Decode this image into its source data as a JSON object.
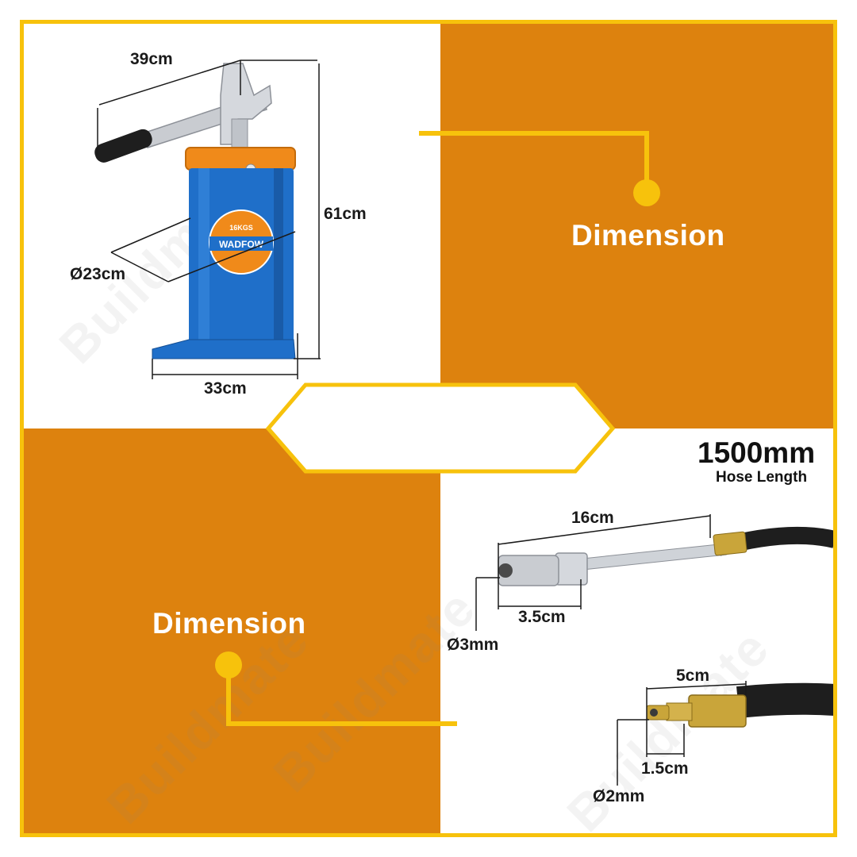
{
  "watermark": "Buildmate",
  "panels": {
    "top_right_heading": "Dimension",
    "bottom_left_heading": "Dimension"
  },
  "pump": {
    "brand_label": "WADFOW",
    "badge_capacity": "16KGS",
    "dimensions": {
      "handle_length": "39cm",
      "height": "61cm",
      "diameter": "Ø23cm",
      "base_width": "33cm"
    }
  },
  "hose": {
    "length_value": "1500mm",
    "length_label": "Hose Length",
    "coupler": {
      "length": "16cm",
      "tip_length": "3.5cm",
      "bore": "Ø3mm"
    },
    "fitting": {
      "length": "5cm",
      "thread_length": "1.5cm",
      "bore": "Ø2mm"
    }
  },
  "colors": {
    "orange": "#dd820e",
    "yellow": "#f7c20c",
    "pump_blue": "#1f6fc9",
    "pump_cap_orange": "#f08a1a"
  }
}
